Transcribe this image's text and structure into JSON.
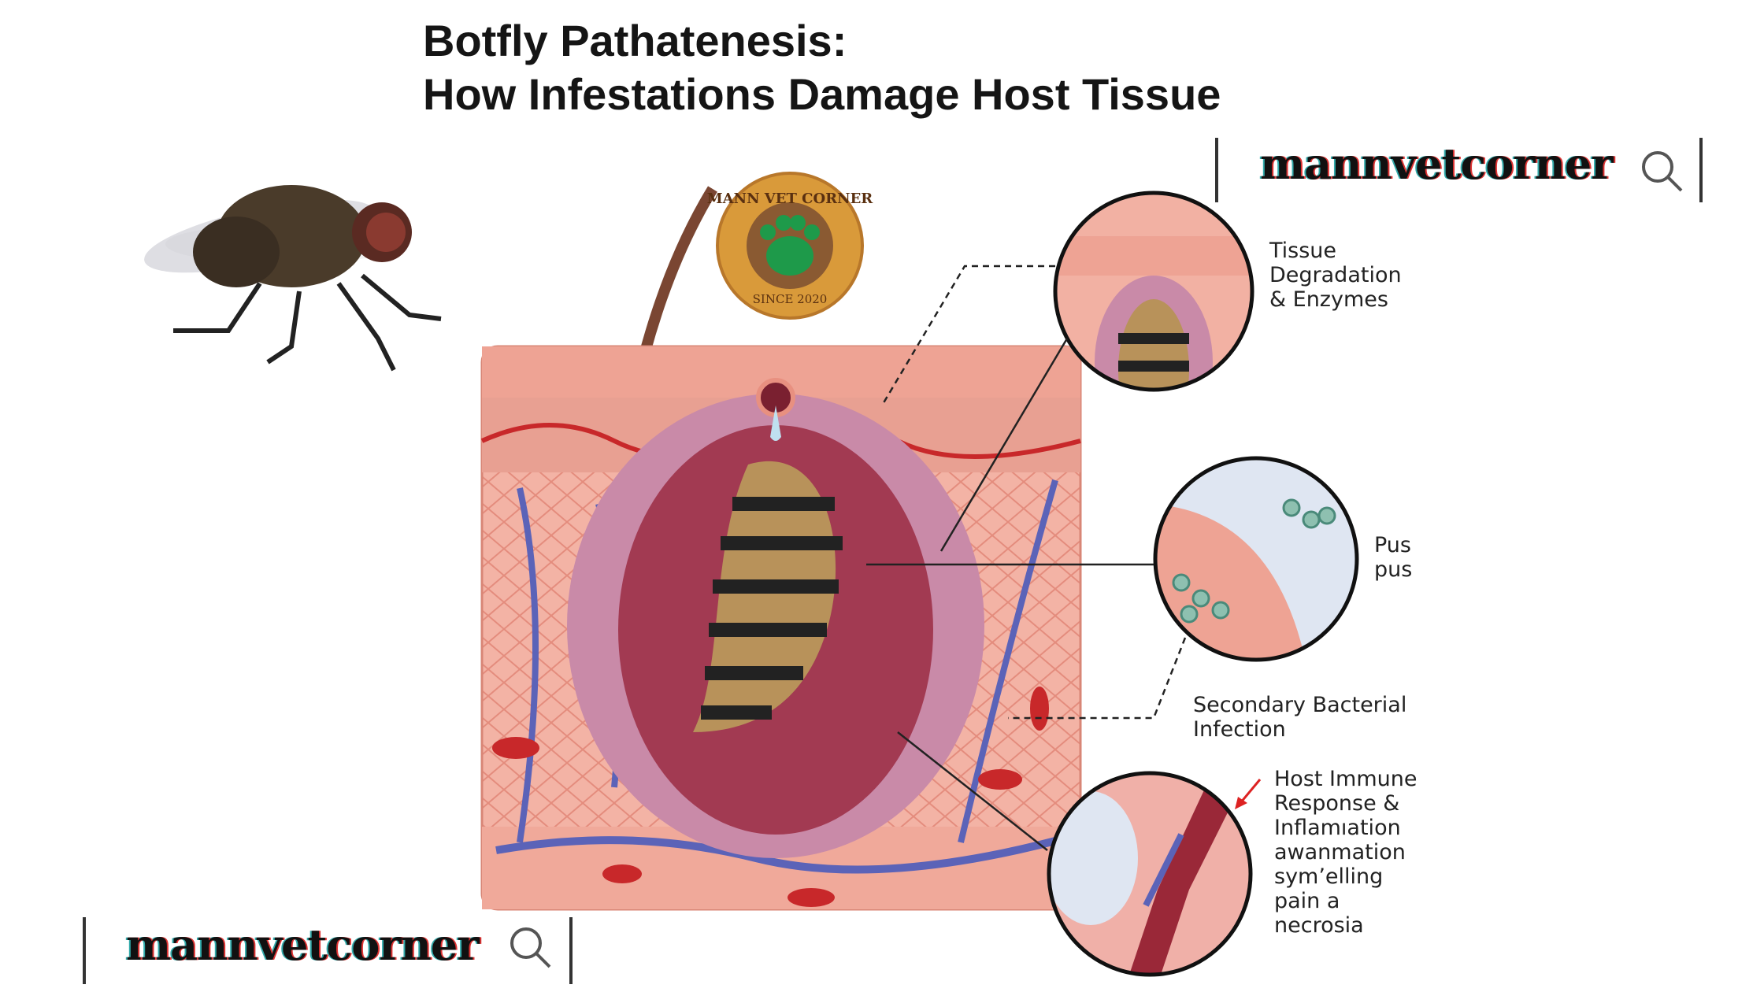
{
  "title": {
    "line1": "Botfly Pathatenesis:",
    "line2": "How Infestations Damage Host Tissue"
  },
  "watermark": {
    "text": "mannvetcorner",
    "icon": "search-icon"
  },
  "logo": {
    "top": "MANN VET CORNER",
    "bottom": "SINCE 2020"
  },
  "labels": {
    "tissue": [
      "Tissue",
      "Degradation",
      "& Enzymes"
    ],
    "pus": [
      "Pus",
      "pus"
    ],
    "secondary": [
      "Secondary Bacterial",
      "Infection"
    ],
    "immune": [
      "Host Immune",
      "Response &",
      "Inflamıation",
      "awanmation",
      "sym’elling",
      "pain a",
      "necrosia"
    ]
  },
  "colors": {
    "skin": "#eea394",
    "tissue": "#f2b1a3",
    "vein": "#5b63b8",
    "blood": "#c8282a",
    "larva": "#b8925a"
  }
}
